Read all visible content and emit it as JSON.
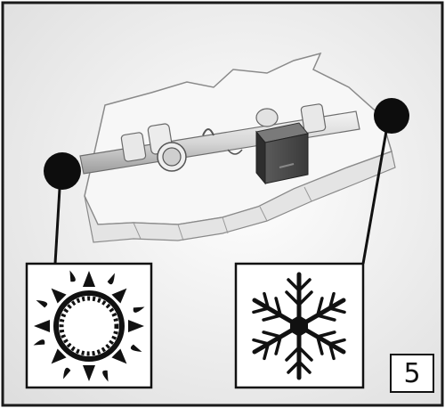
{
  "step": {
    "number": "5"
  },
  "symbols": [
    {
      "name": "sun-icon",
      "meaning": "warm-side"
    },
    {
      "name": "snowflake-icon",
      "meaning": "cold-side"
    }
  ],
  "colors": {
    "frame_background": "#e9e9e9",
    "frame_border": "#1a1a1a",
    "marker": "#0d0d0d",
    "valve_box": "#4a4a4a",
    "pipe": "#d8d8d8"
  }
}
